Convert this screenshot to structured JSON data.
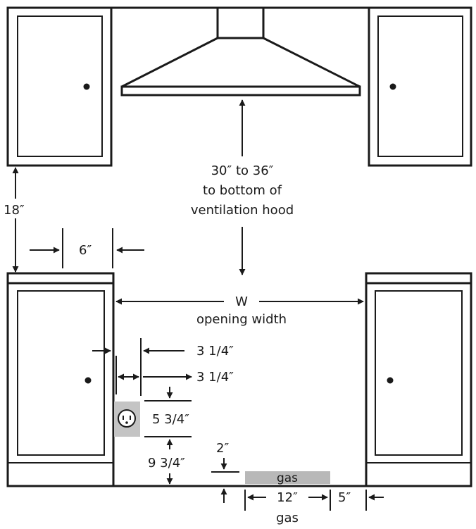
{
  "labels": {
    "hood_height_line1": "30″ to 36″",
    "hood_height_line2": "to bottom of",
    "hood_height_line3": "ventilation hood",
    "upper_cabinet_clearance": "18″",
    "side_offset": "6″",
    "width_symbol": "W",
    "width_caption": "opening width",
    "outlet_offset_a": "3 1/4″",
    "outlet_offset_b": "3 1/4″",
    "outlet_height": "5 3/4″",
    "outlet_from_floor": "9 3/4″",
    "gas_height": "2″",
    "gas_zone": "gas",
    "gas_width": "12″",
    "gas_side_offset": "5″",
    "gas_caption": "gas"
  },
  "colors": {
    "line": "#1a1a1a",
    "outlet_box": "#c4c4c4",
    "gas_zone": "#b8b8b8"
  },
  "icons": {
    "outlet": "electrical-outlet-icon"
  }
}
